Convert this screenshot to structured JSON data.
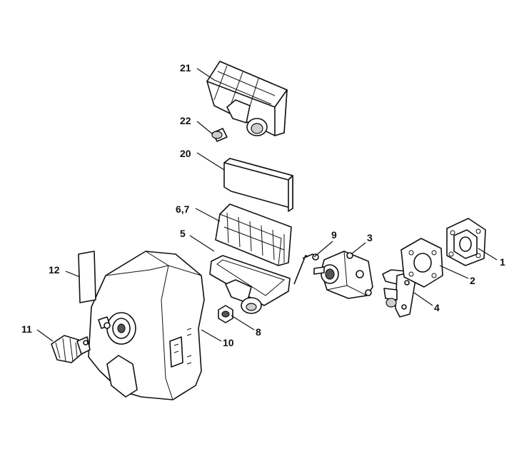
{
  "callouts": {
    "c1": "1",
    "c2": "2",
    "c3": "3",
    "c4": "4",
    "c5": "5",
    "c6": "6,7",
    "c8": "8",
    "c9": "9",
    "c10": "10",
    "c11": "11",
    "c12": "12",
    "c20": "20",
    "c21": "21",
    "c22": "22"
  }
}
